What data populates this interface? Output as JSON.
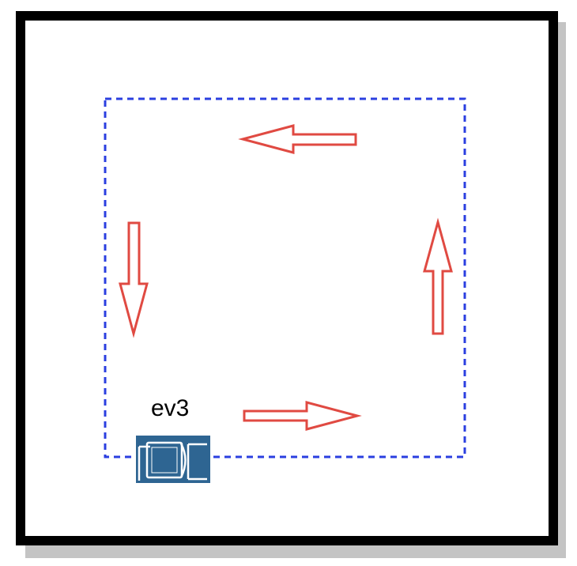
{
  "colors": {
    "frame": "#000000",
    "frame_shadow": "#c4c4c4",
    "path_line": "#2b3fe0",
    "arrow_stroke": "#e04a42",
    "robot_body": "#2e6592",
    "robot_detail": "#ffffff"
  },
  "robot": {
    "label": "ev3",
    "icon": "ev3-robot-icon"
  },
  "arrows": [
    {
      "name": "arrow-left-top",
      "direction": "left",
      "icon": "arrow-left-icon"
    },
    {
      "name": "arrow-down-left",
      "direction": "down",
      "icon": "arrow-down-icon"
    },
    {
      "name": "arrow-right-bottom",
      "direction": "right",
      "icon": "arrow-right-icon"
    },
    {
      "name": "arrow-up-right",
      "direction": "up",
      "icon": "arrow-up-icon"
    }
  ]
}
